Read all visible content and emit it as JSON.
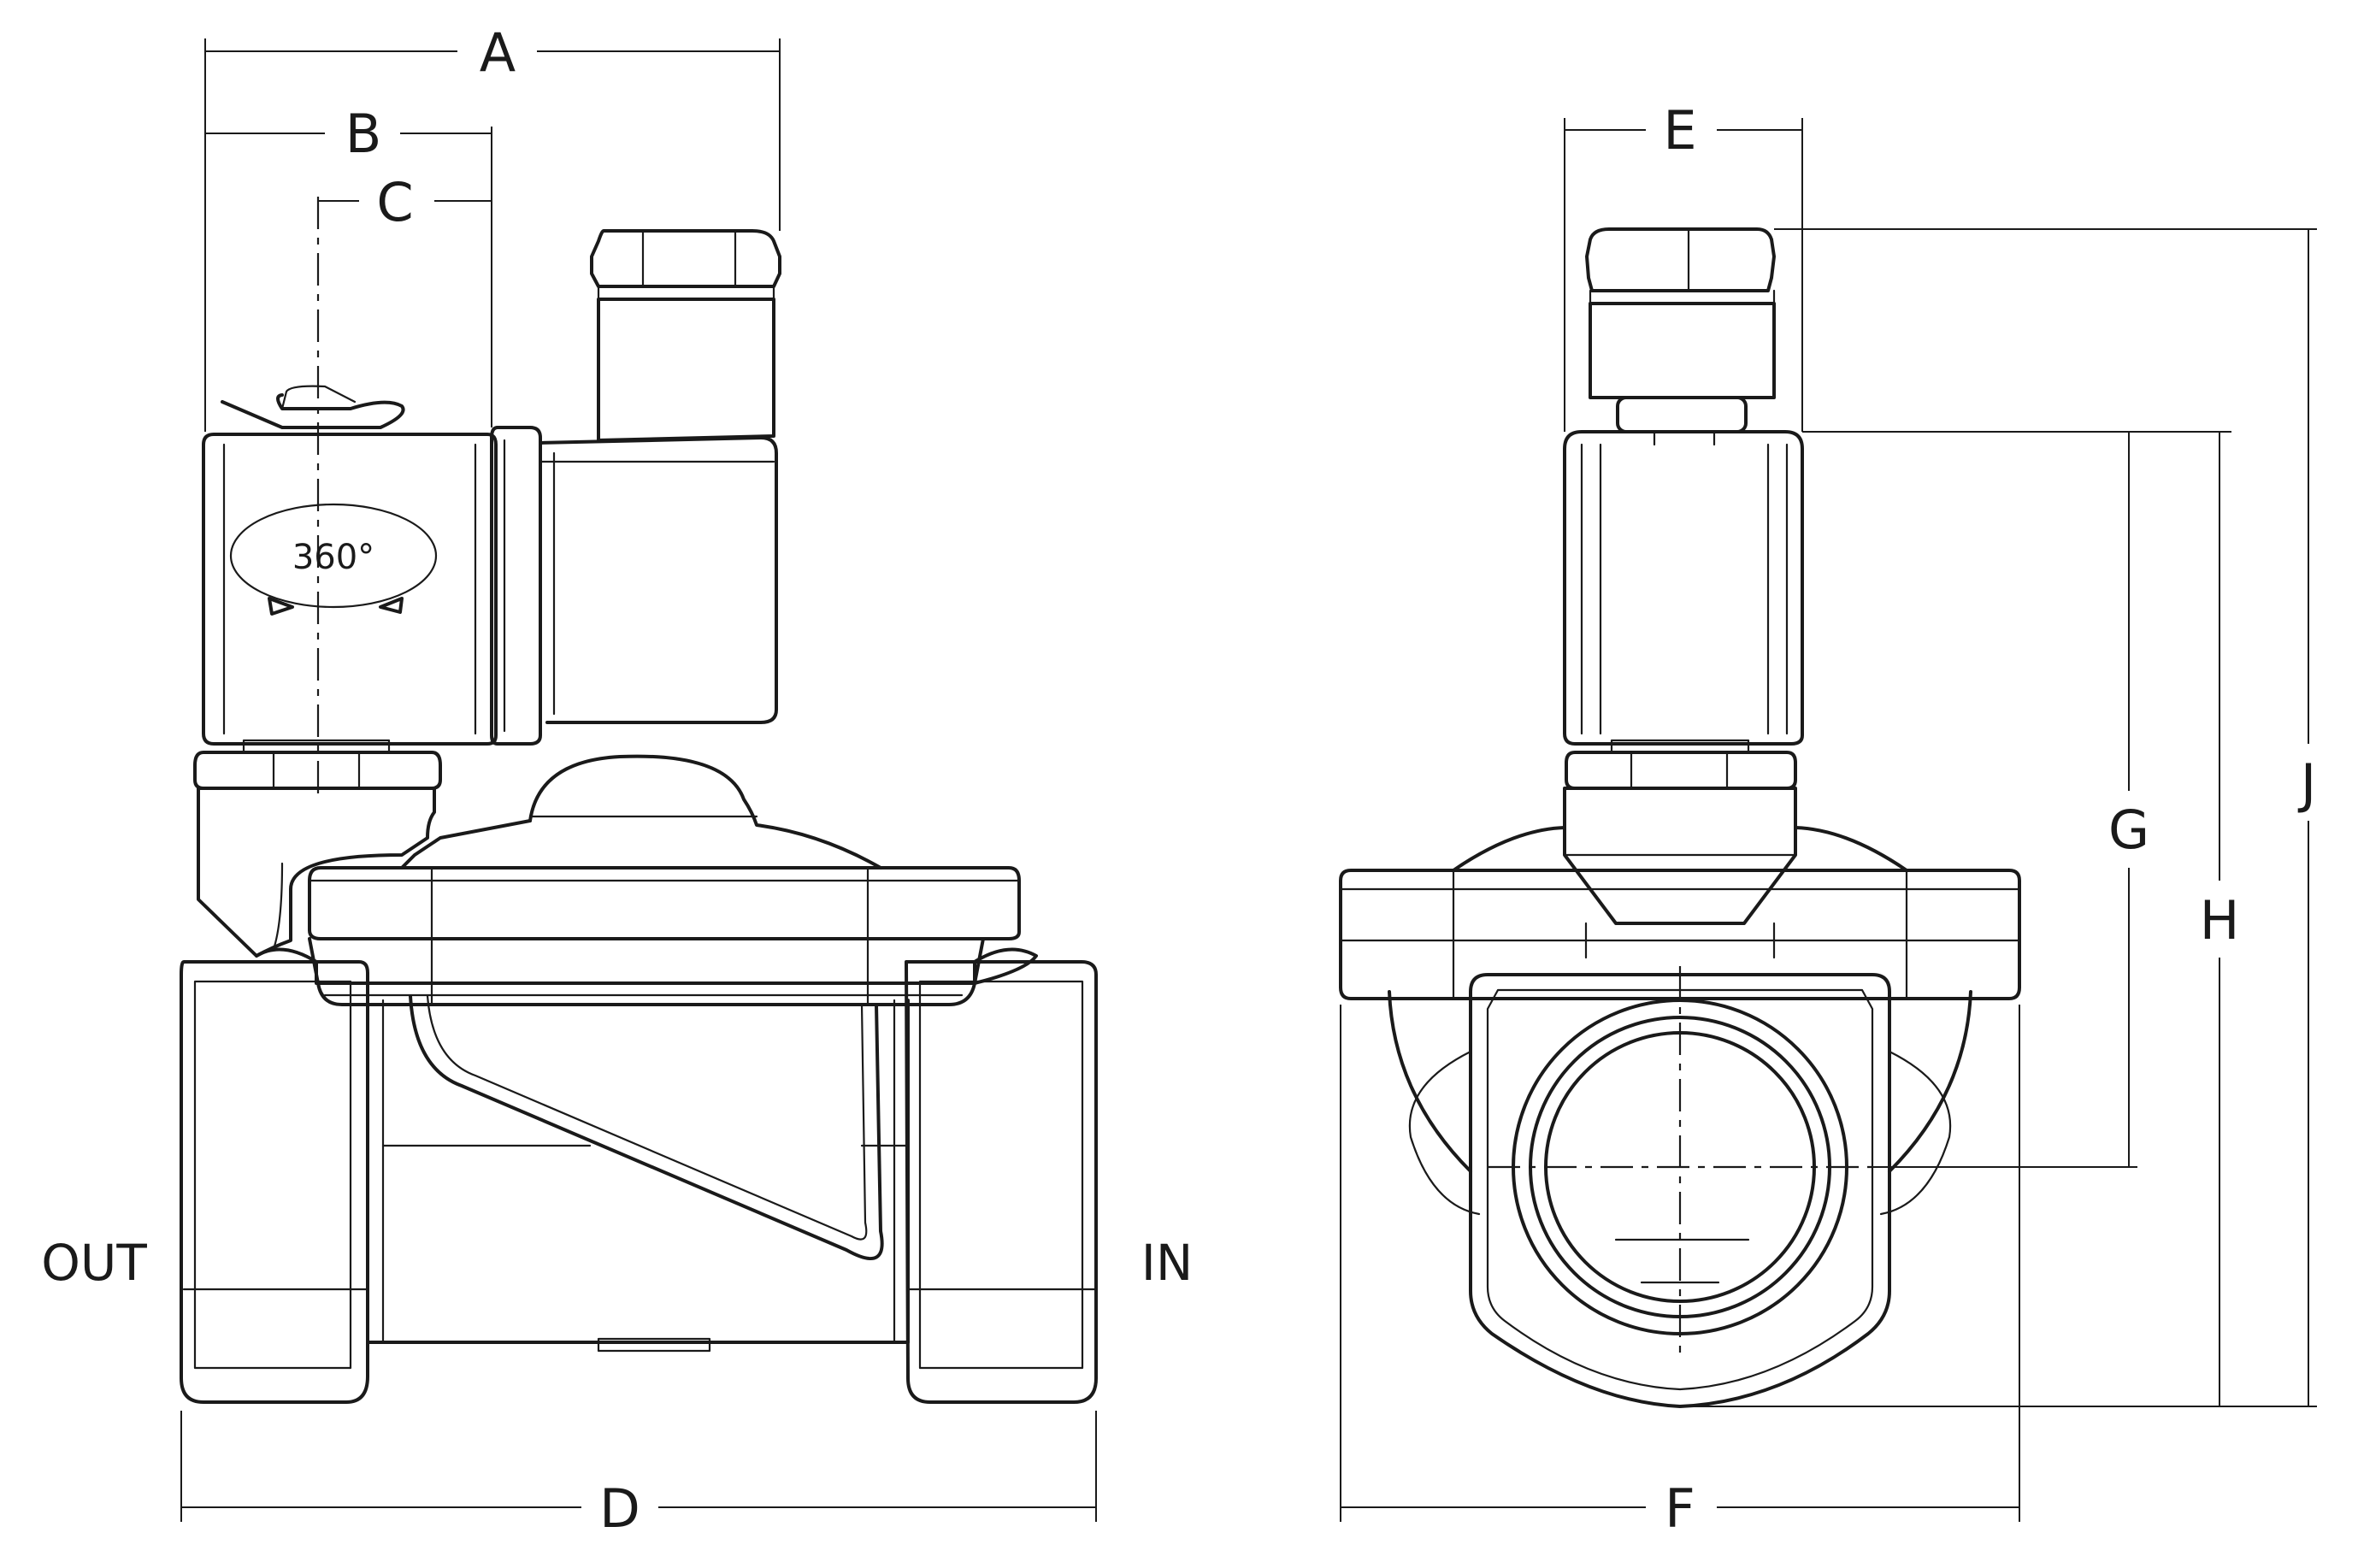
{
  "dimension_labels": {
    "a": "A",
    "b": "B",
    "c": "C",
    "d": "D",
    "e": "E",
    "f": "F",
    "g": "G",
    "h": "H",
    "j": "J"
  },
  "rotation_label": "360°",
  "ports": {
    "outlet": "OUT",
    "inlet": "IN"
  }
}
